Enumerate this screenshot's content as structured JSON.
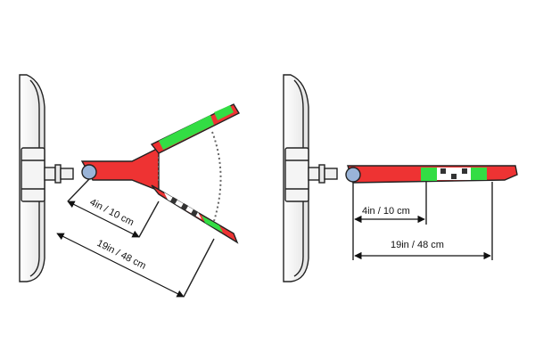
{
  "figure": {
    "colors": {
      "red": "#ee3333",
      "green": "#33dd44",
      "checker_dark": "#333333",
      "checker_light": "#ffffff",
      "mount_fill": "#f2f2f2",
      "outline": "#222222",
      "ball": "#9ab4d8",
      "arc": "#666666"
    },
    "left": {
      "label_short": "4in / 10 cm",
      "label_long": "19in / 48 cm"
    },
    "right": {
      "label_short": "4in / 10 cm",
      "label_long": "19in / 48 cm"
    }
  }
}
